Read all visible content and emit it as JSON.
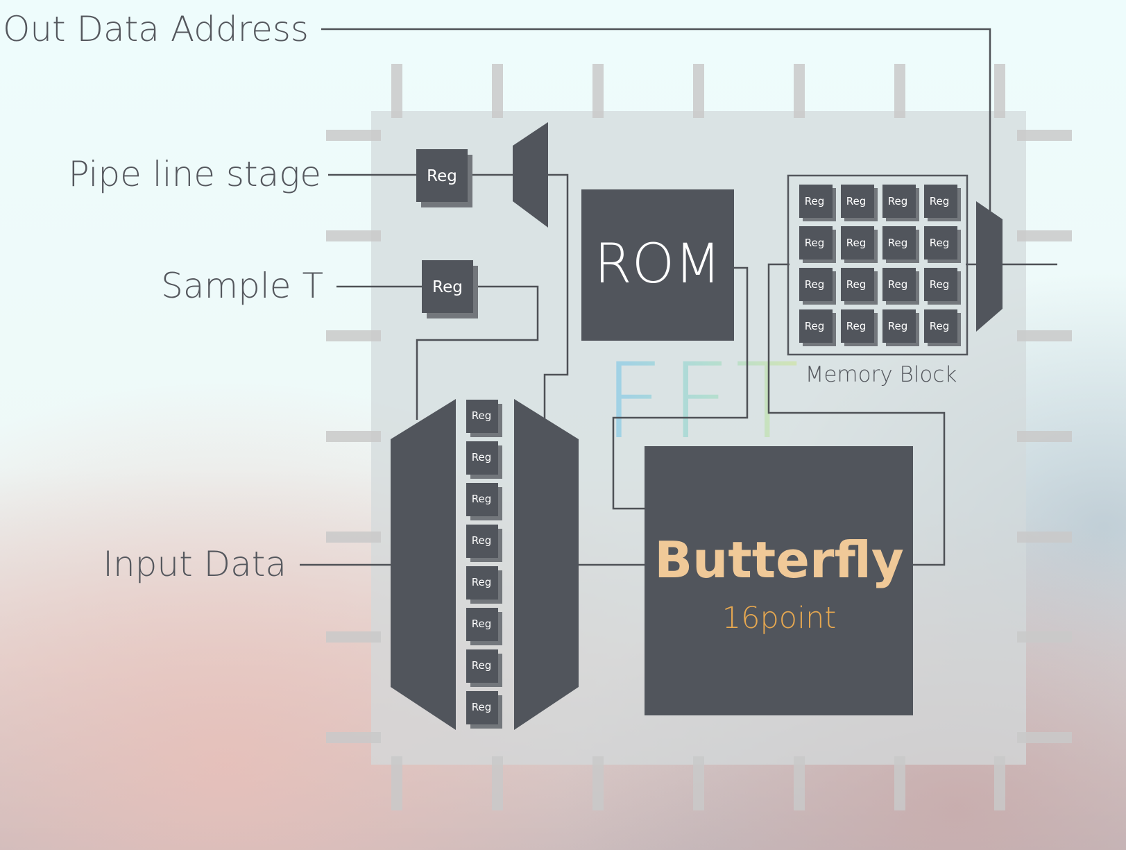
{
  "labels": {
    "out_data_address": "Out Data Address",
    "pipe_line_stage": "Pipe line stage",
    "sample_t": "Sample T",
    "input_data": "Input Data",
    "memory_block": "Memory Block",
    "watermark": "FFT"
  },
  "blocks": {
    "register": "Reg",
    "rom": "ROM",
    "butterfly_title": "Butterfly",
    "butterfly_subtitle": "16point"
  },
  "colors": {
    "block": "#51555c",
    "wire": "#4e5156",
    "chip_body": "#d5dcdd",
    "pin": "#c9c9c9",
    "butterfly_title": "#f0c998",
    "butterfly_subtitle": "#e7a850",
    "label_text": "#54575d"
  }
}
